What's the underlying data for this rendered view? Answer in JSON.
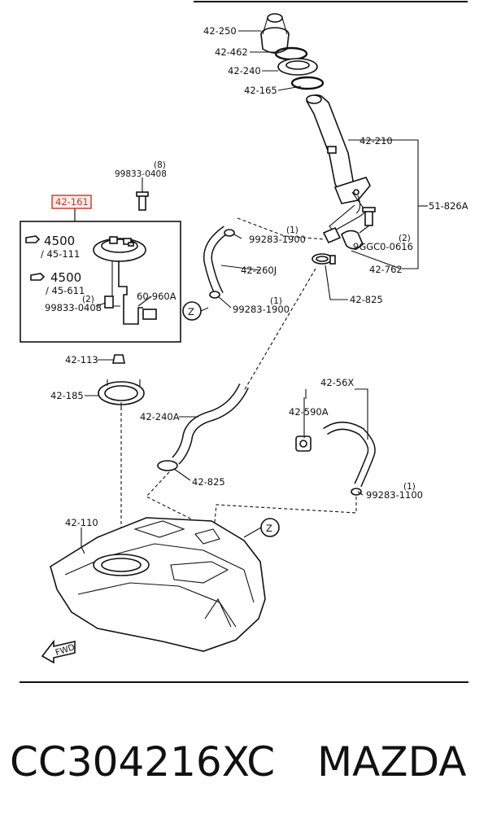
{
  "labels": {
    "p42_250": "42-250",
    "p42_462": "42-462",
    "p42_240": "42-240",
    "p42_165": "42-165",
    "p42_210": "42-210",
    "p51_826a": "51-826A",
    "p99833_0408_top": "99833-0408",
    "qty8": "(8)",
    "p42_161": "42-161",
    "ref4500_a": "4500",
    "ref45_111": "/ 45-111",
    "ref4500_b": "4500",
    "ref45_611": "/ 45-611",
    "p99283_1900_a": "99283-1900",
    "qty1_a": "(1)",
    "p42_260j": "42-260J",
    "p9ggc0_0616": "9GGC0-0616",
    "qty2_a": "(2)",
    "p42_762": "42-762",
    "p60_960a": "60-960A",
    "p99833_0408_low": "99833-0408",
    "qty2_b": "(2)",
    "p99283_1900_b": "99283-1900",
    "qty1_b": "(1)",
    "z_top": "Z",
    "p42_825_a": "42-825",
    "p42_113": "42-113",
    "p42_185": "42-185",
    "p42_56x": "42-56X",
    "p42_590a": "42-590A",
    "p42_240a": "42-240A",
    "p42_825_b": "42-825",
    "p99283_1100": "99283-1100",
    "qty1_c": "(1)",
    "p42_110": "42-110",
    "z_bottom": "Z",
    "fwd": "FWD"
  },
  "footer": {
    "part_number": "CC304216XC",
    "brand": "MAZDA"
  },
  "colors": {
    "highlight": "#c0392b",
    "ink": "#111111"
  }
}
